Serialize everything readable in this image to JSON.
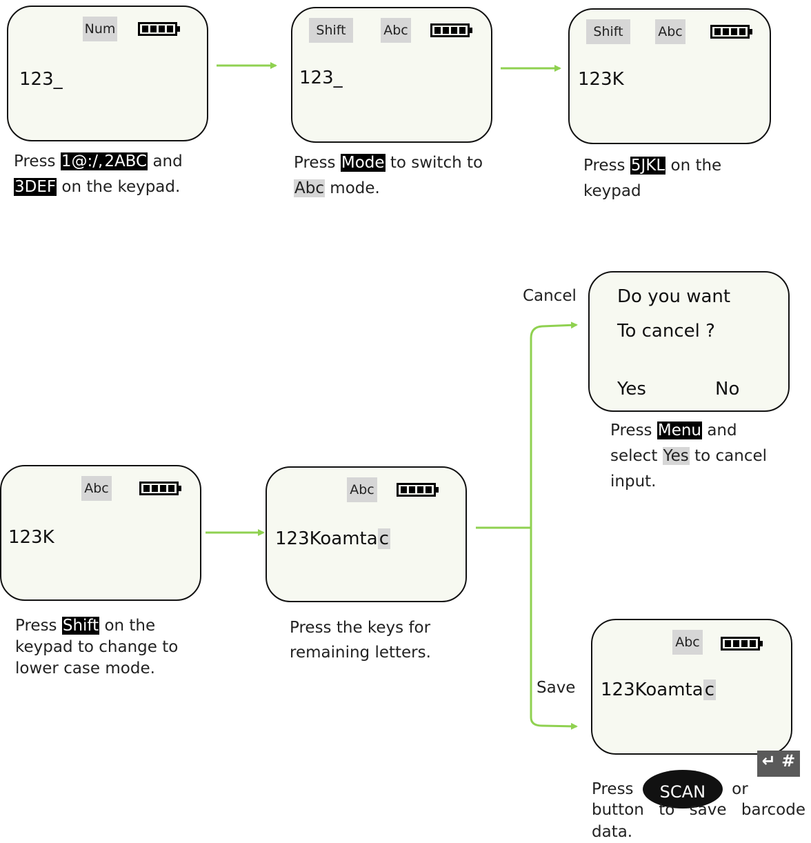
{
  "colors": {
    "arrow": "#8fd150",
    "screen_bg": "#f7f9f1",
    "key_bg": "#000000",
    "indicator_bg": "#d6d6d6"
  },
  "step1": {
    "mode": "Num",
    "text": "123_",
    "caption": {
      "press": "Press",
      "key1": "1@:/,",
      "key2": "2ABC",
      "and": "and",
      "key3": "3DEF",
      "rest": "on the keypad."
    }
  },
  "step2": {
    "shift": "Shift",
    "mode": "Abc",
    "text": "123_",
    "caption": {
      "press": "Press",
      "key": "Mode",
      "rest1": "to switch to",
      "mode": "Abc",
      "rest2": "mode."
    }
  },
  "step3": {
    "shift": "Shift",
    "mode": "Abc",
    "text": "123K",
    "caption": {
      "press": "Press",
      "key": "5JKL",
      "rest1": "on the",
      "rest2": "keypad"
    }
  },
  "step4": {
    "mode": "Abc",
    "text": "123K",
    "caption": {
      "press": "Press",
      "key": "Shift",
      "rest1": "on the",
      "line2": "keypad to change to",
      "line3": "lower case mode."
    }
  },
  "step5": {
    "mode": "Abc",
    "text": "123Koamta",
    "cursor": "c",
    "caption": {
      "line1": "Press the keys for",
      "line2": "remaining letters."
    }
  },
  "cancel_branch": {
    "label": "Cancel",
    "line1": "Do you want",
    "line2": "To cancel ?",
    "yes": "Yes",
    "no": "No",
    "caption": {
      "press": "Press",
      "key": "Menu",
      "and": "and",
      "select": "select",
      "yes": "Yes",
      "rest": "to cancel",
      "line3": "input."
    }
  },
  "save_branch": {
    "label": "Save",
    "mode": "Abc",
    "text": "123Koamta",
    "cursor": "c",
    "caption": {
      "press": "Press",
      "scan": "SCAN",
      "or": "or",
      "enter_key": "↵ #",
      "line2": "button to save barcode",
      "line3": "data."
    }
  }
}
